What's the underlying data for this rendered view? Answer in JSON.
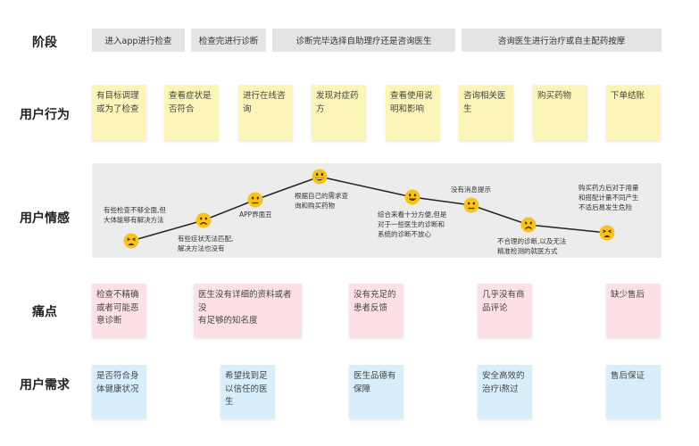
{
  "labels": {
    "stage": "阶段",
    "behavior": "用户行为",
    "emotion": "用户情感",
    "pain": "痛点",
    "needs": "用户需求"
  },
  "stages": [
    "进入app进行检查",
    "检查完进行诊断",
    "诊断完毕选择自助理疗还是咨询医生",
    "咨询医生进行治疗或自主配药按摩"
  ],
  "behaviors": [
    "有目标调理\n或为了检查",
    "查看症状是\n否符合",
    "进行在线咨\n询",
    "发现对症药\n方",
    "查看使用说\n明和影响",
    "咨询相关医\n生",
    "购买药物",
    "下单结账"
  ],
  "emotions": [
    {
      "text": "有些检查不够全面,但\n大体能够有解决方法",
      "face": "tired"
    },
    {
      "text": "有些症状无法匹配,\n解决方法也没有",
      "face": "frown"
    },
    {
      "text": "APP界面丑",
      "face": "neutral"
    },
    {
      "text": "根据自己的需求查\n询和购买药物",
      "face": "grin"
    },
    {
      "text": "综合来看十分方便,但是\n对于一些医生的诊断和\n系统的诊断不放心",
      "face": "smile"
    },
    {
      "text": "没有消息提示",
      "face": "neutral"
    },
    {
      "text": "不合理的诊断,以及无法\n精准检测的就医方式",
      "face": "frown"
    },
    {
      "text": "购买药方后对于用量\n和搭配计量不同产生\n不适后易发生危险",
      "face": "tired"
    }
  ],
  "pain_points": [
    "检查不精确\n或者可能恶\n意诊断",
    "医生没有详细的资料或者没\n有足够的知名度",
    "没有充足的\n患者反馈",
    "几乎没有商\n品评论",
    "缺少售后"
  ],
  "needs": [
    "是否符合身\n体健康状况",
    "希望找到足\n以信任的医\n生",
    "医生品德有\n保障",
    "安全高效的\n治疗i熬过",
    "售后保证"
  ],
  "colors": {
    "stage_bg": "#e4e4e4",
    "behavior_note": "#fbf6b8",
    "pain_note": "#fde0e6",
    "needs_note": "#d9eefb",
    "emotion_band": "#ececec",
    "emoji_face": "#f7c21b"
  }
}
